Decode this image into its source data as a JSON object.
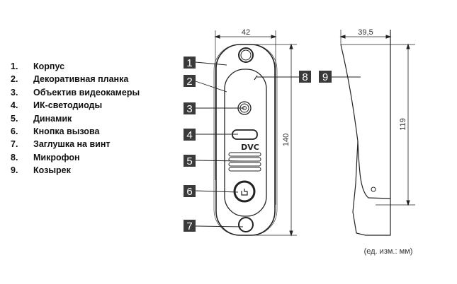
{
  "legend": [
    {
      "num": "1.",
      "label": "Корпус"
    },
    {
      "num": "2.",
      "label": "Декоративная планка"
    },
    {
      "num": "3.",
      "label": "Объектив видеокамеры"
    },
    {
      "num": "4.",
      "label": "ИК-светодиоды"
    },
    {
      "num": "5.",
      "label": "Динамик"
    },
    {
      "num": "6.",
      "label": "Кнопка вызова"
    },
    {
      "num": "7.",
      "label": "Заглушка на винт"
    },
    {
      "num": "8.",
      "label": "Микрофон"
    },
    {
      "num": "9.",
      "label": "Козырек"
    }
  ],
  "callouts": [
    "1",
    "2",
    "3",
    "4",
    "5",
    "6",
    "7",
    "8",
    "9"
  ],
  "front": {
    "width_label": "42",
    "height_label": "140",
    "logo": "DVC"
  },
  "side": {
    "depth_label": "39,5",
    "height_label": "119"
  },
  "units": "(ед. изм.: мм)"
}
